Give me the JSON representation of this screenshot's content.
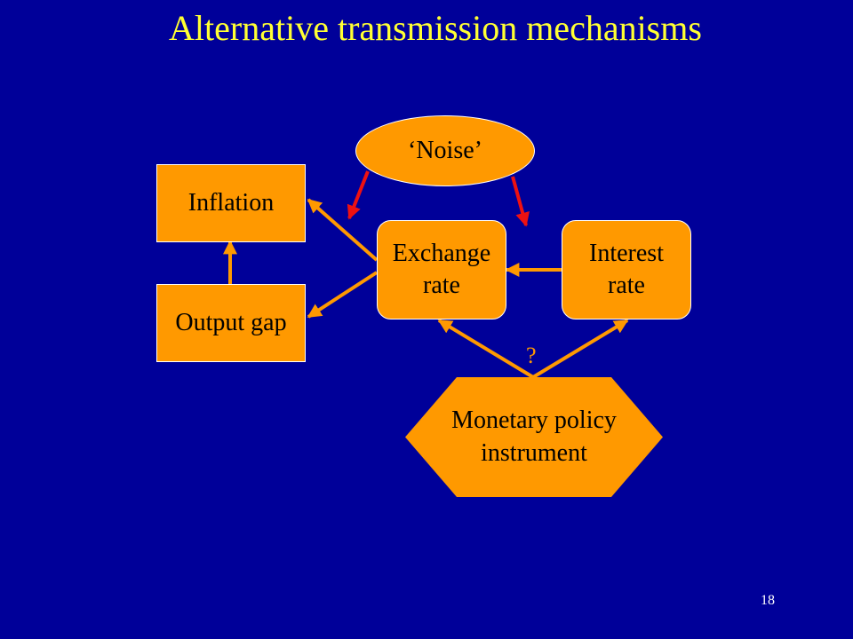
{
  "slide": {
    "title": "Alternative transmission mechanisms",
    "page_number": "18"
  },
  "nodes": {
    "noise": "‘Noise’",
    "inflation": "Inflation",
    "output_gap": "Output gap",
    "exchange_rate": "Exchange\nrate",
    "interest_rate": "Interest\nrate",
    "monetary_policy": "Monetary policy\ninstrument"
  },
  "annotations": {
    "question_mark": "?"
  },
  "colors": {
    "background": "#000099",
    "title": "#ffff33",
    "node_fill": "#ff9900",
    "arrow_orange": "#ff9900",
    "arrow_red": "#ee1111"
  }
}
